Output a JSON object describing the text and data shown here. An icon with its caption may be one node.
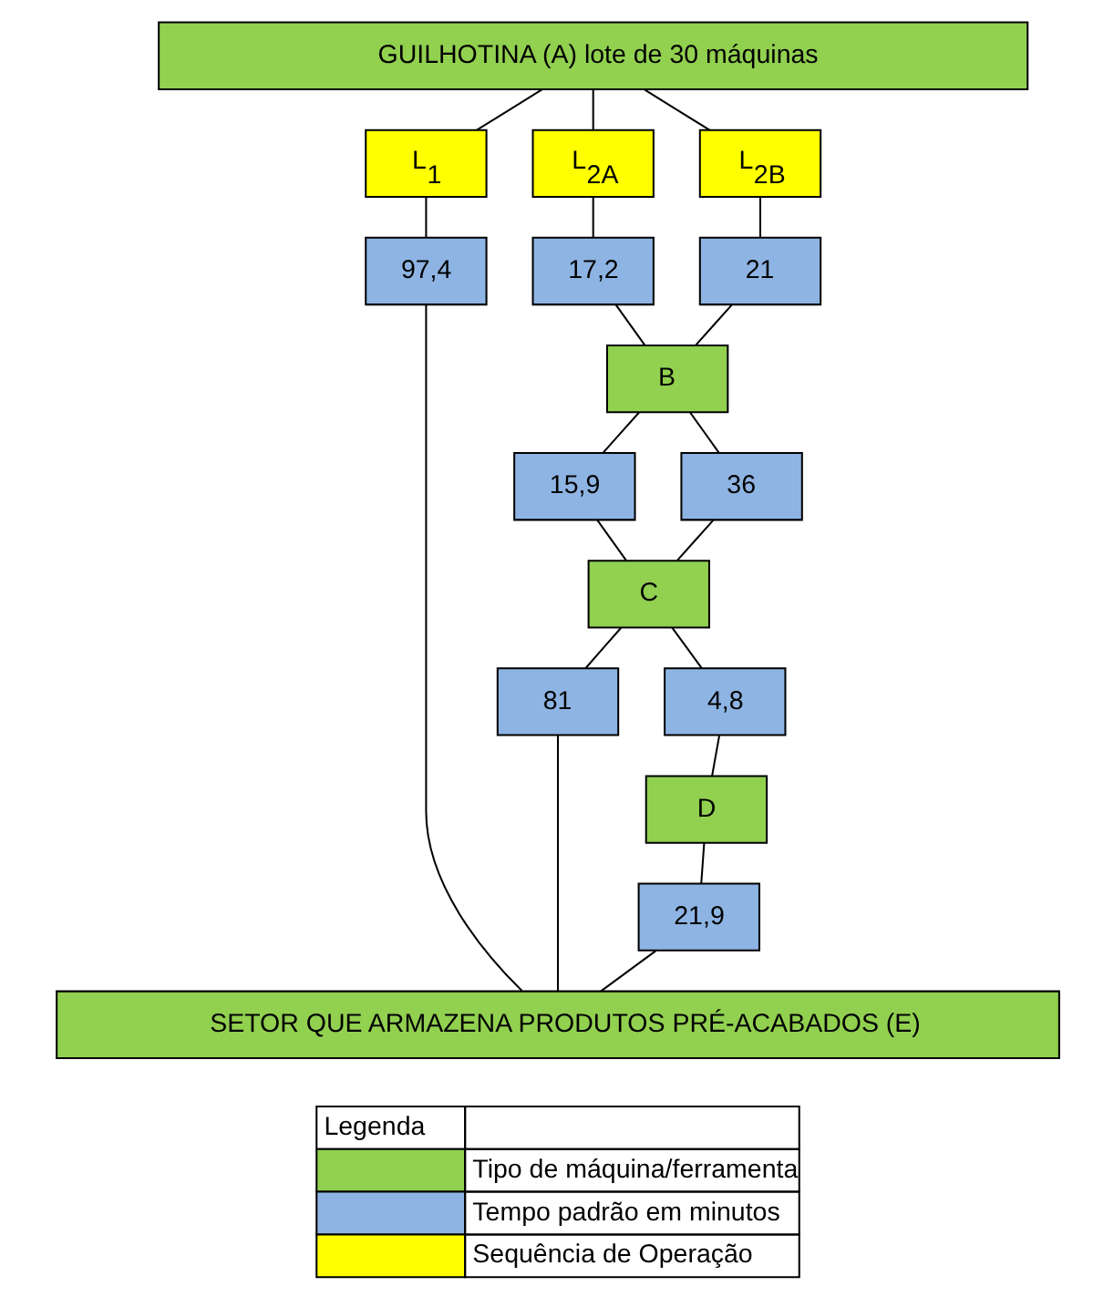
{
  "diagram": {
    "nodes": [
      {
        "text": [
          "GUILHOTINA (A) lote de 30 máquinas"
        ]
      },
      {
        "text": [
          "L$_{1}$"
        ]
      },
      {
        "text": [
          "L$_{2A}$"
        ]
      },
      {
        "text": [
          "L$_{2B}$"
        ]
      },
      {
        "text": [
          "97,4"
        ]
      },
      {
        "text": [
          "17,2"
        ]
      },
      {
        "text": [
          "21"
        ]
      },
      {
        "text": [
          "B"
        ]
      },
      {
        "text": [
          "15,9"
        ]
      },
      {
        "text": [
          "36"
        ]
      },
      {
        "text": [
          "C"
        ]
      },
      {
        "text": [
          "81"
        ]
      },
      {
        "text": [
          "4,8"
        ]
      },
      {
        "text": [
          "D"
        ]
      },
      {
        "text": [
          "21,9"
        ]
      },
      {
        "text": [
          "SETOR QUE ARMAZENA PRODUTOS PRÉ-ACABADOS (E)"
        ]
      }
    ],
    "edges": [
      {
        "from": 0,
        "to": 1,
        "arrow": "none"
      },
      {
        "from": 1,
        "to": 4,
        "arrow": "none"
      },
      {
        "from": 4,
        "to": 15,
        "arrow": "none"
      },
      {
        "from": 0,
        "to": 2,
        "arrow": "none"
      },
      {
        "from": 2,
        "to": 5,
        "arrow": "none"
      },
      {
        "from": 5,
        "to": 7,
        "arrow": "none"
      },
      {
        "from": 7,
        "to": 8,
        "arrow": "none"
      },
      {
        "from": 8,
        "to": 10,
        "arrow": "none"
      },
      {
        "from": 10,
        "to": 11,
        "arrow": "none"
      },
      {
        "from": 11,
        "to": 15,
        "arrow": "none"
      },
      {
        "from": 0,
        "to": 3,
        "arrow": "none"
      },
      {
        "from": 3,
        "to": 6,
        "arrow": "none"
      },
      {
        "from": 6,
        "to": 7,
        "arrow": "none"
      },
      {
        "from": 7,
        "to": 9,
        "arrow": "none"
      },
      {
        "from": 9,
        "to": 10,
        "arrow": "none"
      },
      {
        "from": 10,
        "to": 12,
        "arrow": "none"
      },
      {
        "from": 12,
        "to": 13,
        "arrow": "none"
      },
      {
        "from": 13,
        "to": 14,
        "arrow": "none"
      },
      {
        "from": 14,
        "to": 15,
        "arrow": "none"
      }
    ],
    "labels": [
      "Legenda"
    ],
    "legend": [
      {
        "text": "Tipo de máquina/ferramenta",
        "color": "#92d050"
      },
      {
        "text": "Tempo padrão em minutos",
        "color": "#8eb4e3"
      },
      {
        "text": "Sequência de Operação",
        "color": "#ffff00"
      }
    ]
  }
}
